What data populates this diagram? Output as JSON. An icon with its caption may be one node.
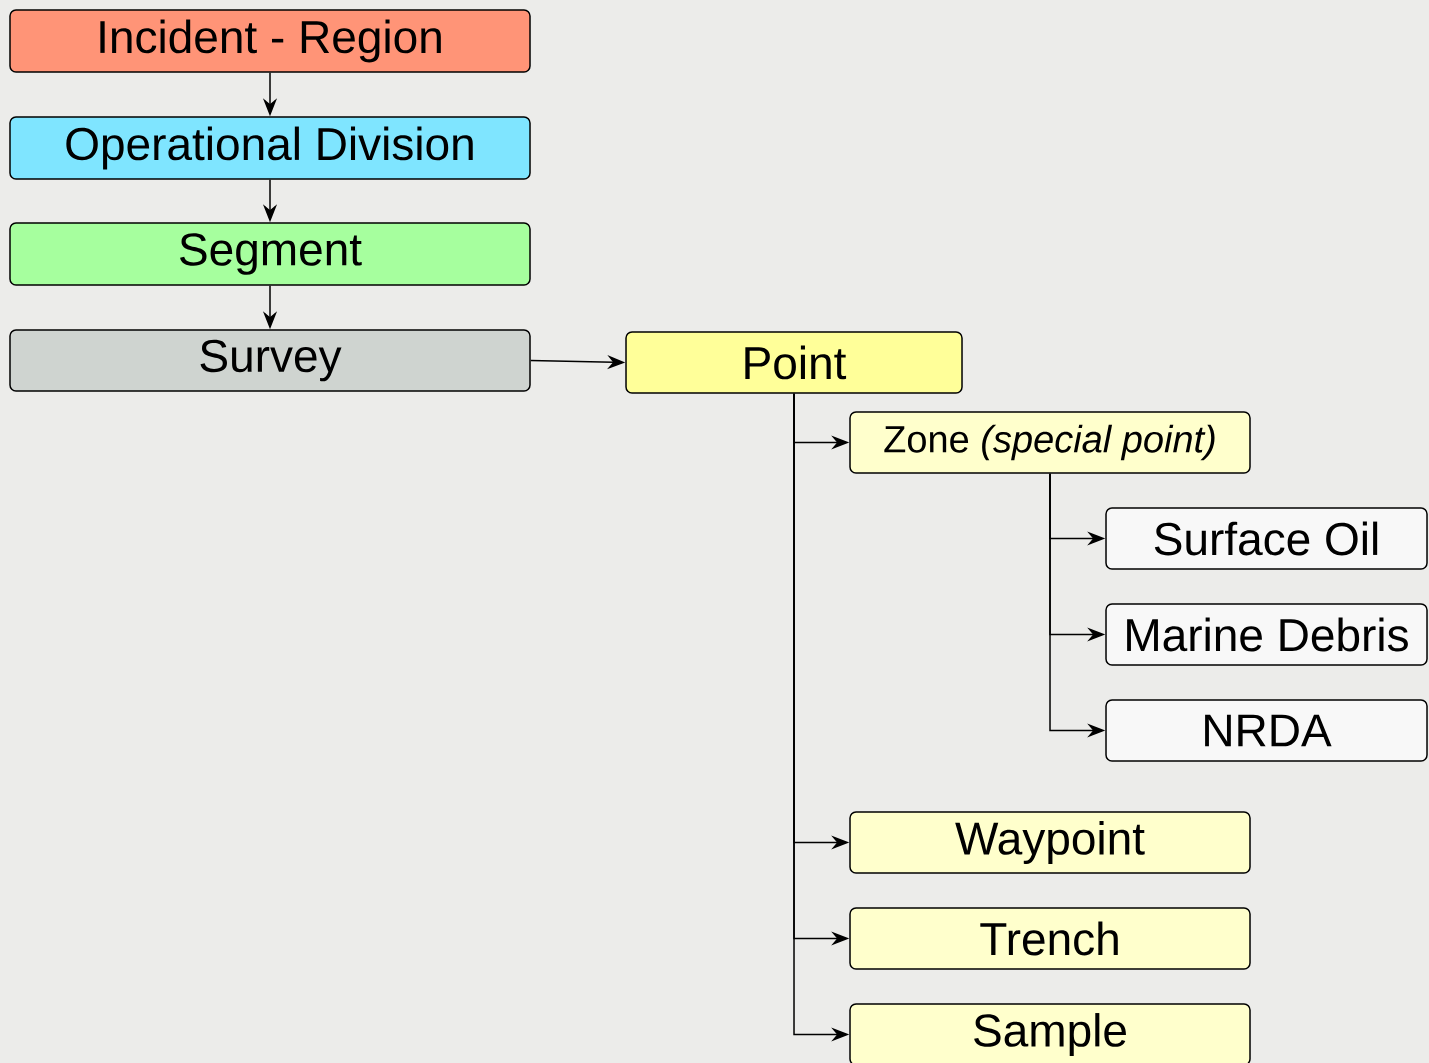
{
  "diagram": {
    "nodes": [
      {
        "text": [
          "Incident - Region"
        ]
      },
      {
        "text": [
          "Operational Division"
        ]
      },
      {
        "text": [
          "Segment"
        ]
      },
      {
        "text": [
          "Survey"
        ]
      },
      {
        "text": [
          "Point"
        ]
      },
      {
        "text": [
          "Zone *(special point)*"
        ]
      },
      {
        "text": [
          "Surface Oil"
        ]
      },
      {
        "text": [
          "Marine Debris"
        ]
      },
      {
        "text": [
          "NRDA"
        ]
      },
      {
        "text": [
          "Waypoint"
        ]
      },
      {
        "text": [
          "Trench"
        ]
      },
      {
        "text": [
          "Sample"
        ]
      }
    ],
    "edges": [
      {
        "from": 0,
        "to": 1,
        "arrow": "to"
      },
      {
        "from": 1,
        "to": 2,
        "arrow": "to"
      },
      {
        "from": 2,
        "to": 3,
        "arrow": "to"
      },
      {
        "from": 3,
        "to": 4,
        "arrow": "to"
      },
      {
        "from": 4,
        "to": 5,
        "arrow": "to"
      },
      {
        "from": 5,
        "to": 6,
        "arrow": "to"
      },
      {
        "from": 5,
        "to": 7,
        "arrow": "to"
      },
      {
        "from": 5,
        "to": 8,
        "arrow": "to"
      },
      {
        "from": 4,
        "to": 9,
        "arrow": "to"
      },
      {
        "from": 4,
        "to": 10,
        "arrow": "to"
      },
      {
        "from": 4,
        "to": 11,
        "arrow": "to"
      }
    ]
  }
}
